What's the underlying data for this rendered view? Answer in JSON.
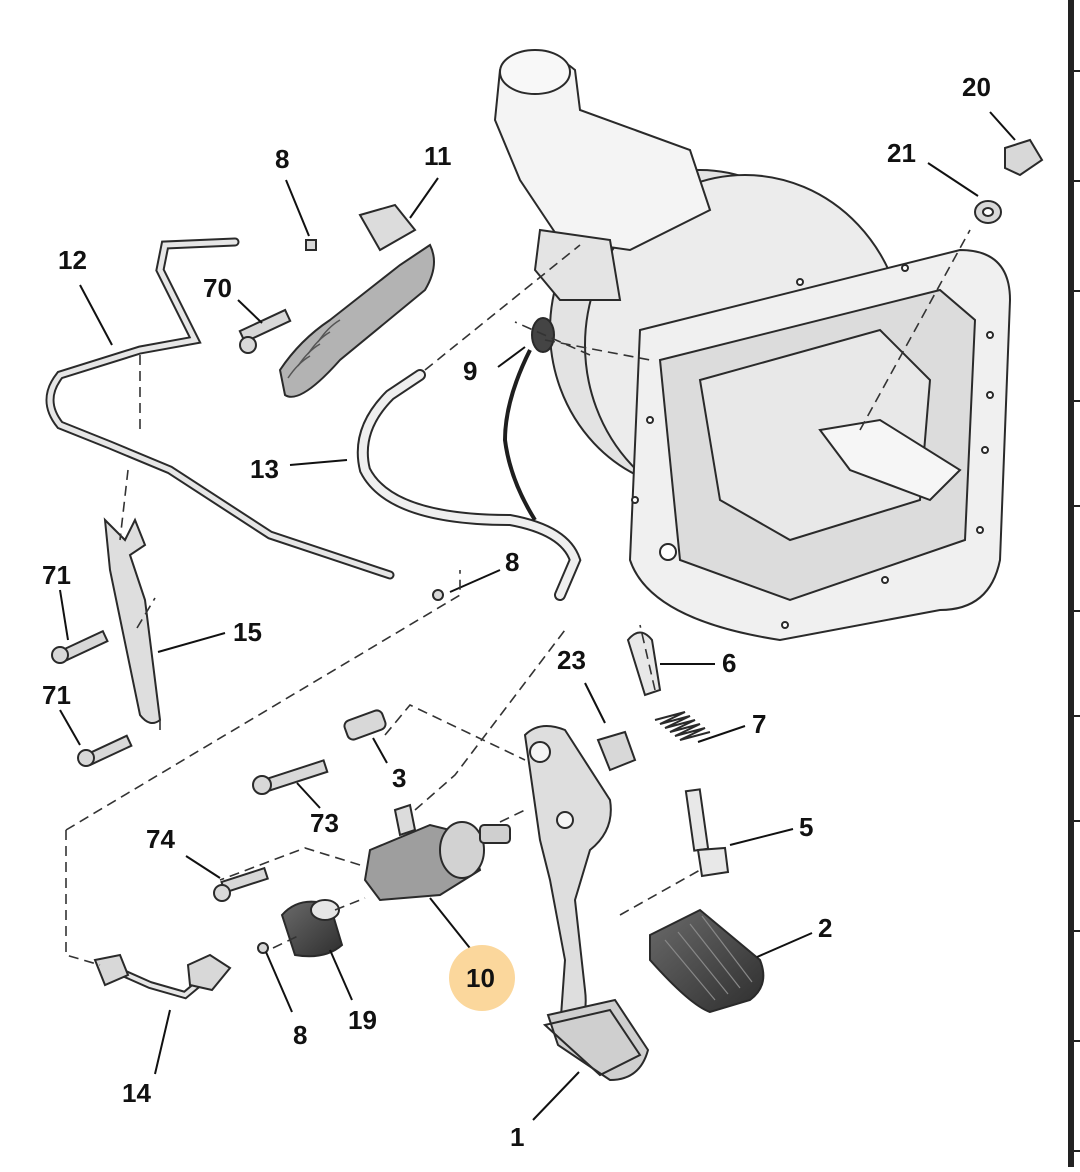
{
  "diagram": {
    "callouts": [
      {
        "id": "c1",
        "label": "1"
      },
      {
        "id": "c2",
        "label": "2"
      },
      {
        "id": "c3",
        "label": "3"
      },
      {
        "id": "c5",
        "label": "5"
      },
      {
        "id": "c6",
        "label": "6"
      },
      {
        "id": "c7",
        "label": "7"
      },
      {
        "id": "c8a",
        "label": "8"
      },
      {
        "id": "c8b",
        "label": "8"
      },
      {
        "id": "c8c",
        "label": "8"
      },
      {
        "id": "c9",
        "label": "9"
      },
      {
        "id": "c10",
        "label": "10"
      },
      {
        "id": "c11",
        "label": "11"
      },
      {
        "id": "c12",
        "label": "12"
      },
      {
        "id": "c13",
        "label": "13"
      },
      {
        "id": "c14",
        "label": "14"
      },
      {
        "id": "c15",
        "label": "15"
      },
      {
        "id": "c19",
        "label": "19"
      },
      {
        "id": "c20",
        "label": "20"
      },
      {
        "id": "c21",
        "label": "21"
      },
      {
        "id": "c23",
        "label": "23"
      },
      {
        "id": "c70",
        "label": "70"
      },
      {
        "id": "c71a",
        "label": "71"
      },
      {
        "id": "c71b",
        "label": "71"
      },
      {
        "id": "c73",
        "label": "73"
      },
      {
        "id": "c74",
        "label": "74"
      }
    ],
    "highlight_color": "#fbd79c",
    "part_fill": "#e9e9e9",
    "part_stroke": "#2a2a2a"
  }
}
